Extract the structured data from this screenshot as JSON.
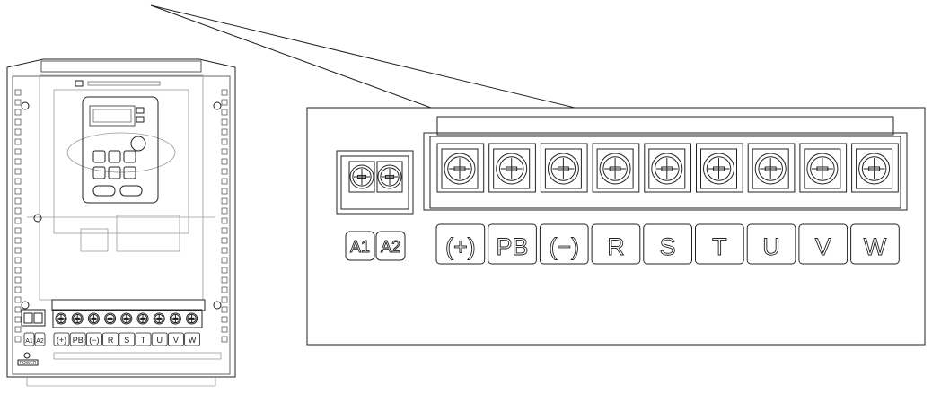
{
  "terminal_block": {
    "relay_terminals": [
      "A1",
      "A2"
    ],
    "main_terminals": [
      "(+)",
      "PB",
      "(−)",
      "R",
      "S",
      "T",
      "U",
      "V",
      "W"
    ]
  },
  "device": {
    "small_terminal_labels": [
      "A1",
      "A2",
      "(+)",
      "PB",
      "(−)",
      "R",
      "S",
      "T",
      "U",
      "V",
      "W"
    ],
    "ground_label": "POWER"
  },
  "colors": {
    "line": "#222222",
    "faint": "#8a8a8a",
    "background": "#ffffff"
  }
}
